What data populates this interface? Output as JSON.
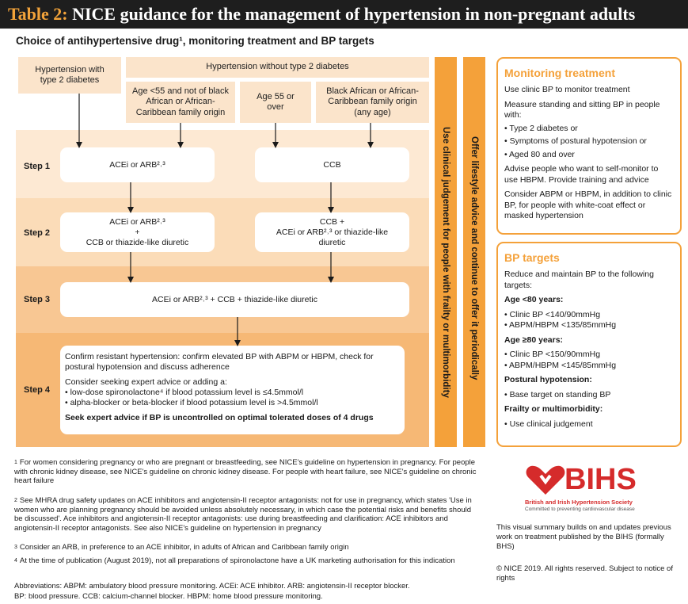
{
  "title": {
    "number": "Table 2:",
    "text": "NICE guidance for the management of hypertension in non-pregnant adults"
  },
  "subtitle": "Choice of antihypertensive drug¹, monitoring treatment and BP targets",
  "headers": {
    "with_diabetes": "Hypertension with type 2 diabetes",
    "without_diabetes": "Hypertension without type 2 diabetes",
    "age_under55": "Age <55 and not of black African or African-Caribbean family origin",
    "age_55": "Age 55 or over",
    "black_african": "Black African or African-Caribbean family origin (any age)"
  },
  "steps": {
    "step1": {
      "label": "Step 1",
      "left": "ACEi or ARB²˒³",
      "right": "CCB"
    },
    "step2": {
      "label": "Step 2",
      "left_line1": "ACEi or ARB²˒³",
      "left_line2": "+",
      "left_line3": "CCB or thiazide-like diuretic",
      "right_line1": "CCB +",
      "right_line2": "ACEi or ARB²˒³ or thiazide-like",
      "right_line3": "diuretic"
    },
    "step3": {
      "label": "Step 3",
      "text": "ACEi or ARB²˒³ + CCB + thiazide-like diuretic"
    },
    "step4": {
      "label": "Step 4",
      "para1": "Confirm resistant hypertension: confirm elevated BP with ABPM or HBPM, check for postural hypotension and discuss adherence",
      "para2": "Consider seeking expert advice or adding a:",
      "bullet1": "• low-dose spironolactone⁴ if blood potassium level is ≤4.5mmol/l",
      "bullet2": "• alpha-blocker or beta-blocker if blood potassium level is >4.5mmol/l",
      "para3": "Seek expert advice if BP is uncontrolled on optimal tolerated doses of 4 drugs"
    }
  },
  "vertical_bars": {
    "clinical": "Use clinical judgement for people with frailty or multimorbidity",
    "lifestyle": "Offer lifestyle advice and continue to offer it periodically"
  },
  "monitoring": {
    "heading": "Monitoring treatment",
    "p1": "Use clinic BP to monitor treatment",
    "p2": "Measure standing and sitting BP in people with:",
    "b1": "• Type 2 diabetes or",
    "b2": "• Symptoms of postural hypotension or",
    "b3": "• Aged 80 and over",
    "p3": "Advise people who want to self-monitor to use HBPM. Provide training and advice",
    "p4": "Consider ABPM or HBPM, in addition to clinic BP, for people with white-coat effect or masked hypertension"
  },
  "targets": {
    "heading": "BP targets",
    "intro": "Reduce and maintain BP to the following targets:",
    "age_under80": "Age <80 years:",
    "u80_b1": "• Clinic BP <140/90mmHg",
    "u80_b2": "• ABPM/HBPM <135/85mmHg",
    "age_over80": "Age ≥80 years:",
    "o80_b1": "• Clinic BP <150/90mmHg",
    "o80_b2": "• ABPM/HBPM <145/85mmHg",
    "postural": "Postural hypotension:",
    "postural_b1": "• Base target on standing BP",
    "frailty": "Frailty or multimorbidity:",
    "frailty_b1": "• Use clinical judgement"
  },
  "footnotes": {
    "fn1": "For women considering pregnancy or who are pregnant or breastfeeding, see NICE's guideline on hypertension in pregnancy. For people with chronic kidney disease, see NICE's guideline on chronic kidney disease. For people with heart failure, see NICE's guideline on chronic heart failure",
    "fn2": "See MHRA drug safety updates on ACE inhibitors and angiotensin-II receptor antagonists: not for use in pregnancy, which states 'Use in women who are planning pregnancy should be avoided unless absolutely necessary, in which case the potential risks and benefits should be discussed'. Ace inhibitors and angiotensin-II receptor antagonists: use during breastfeeding and clarification: ACE inhibitors and angiotensin-II receptor antagonists. See also NICE's guideline on hypertension in pregnancy",
    "fn3": "Consider an ARB, in preference to an ACE inhibitor, in adults of African and Caribbean family origin",
    "fn4": "At the time of publication (August 2019), not all preparations of spironolactone have a UK marketing authorisation for this indication",
    "abbr1": "Abbreviations: ABPM: ambulatory blood pressure monitoring. ACEi: ACE inhibitor. ARB: angiotensin-II receptor blocker.",
    "abbr2": "BP: blood pressure. CCB: calcium-channel blocker. HBPM: home blood pressure monitoring."
  },
  "logo": {
    "name": "BIHS",
    "org": "British and Irish Hypertension Society",
    "tagline": "Committed to preventing cardiovascular disease",
    "color": "#d52b2b"
  },
  "notes": {
    "summary": "This visual summary builds on and updates previous work on treatment published by the BIHS (formally BHS)",
    "copyright": "© NICE 2019. All rights reserved. Subject to notice of rights"
  },
  "colors": {
    "accent": "#f4a13a",
    "peach_light": "#fbe4cb",
    "band1": "#fde9d3",
    "band2": "#fbdcb8",
    "band3": "#f8c793",
    "band4": "#f6b875"
  }
}
